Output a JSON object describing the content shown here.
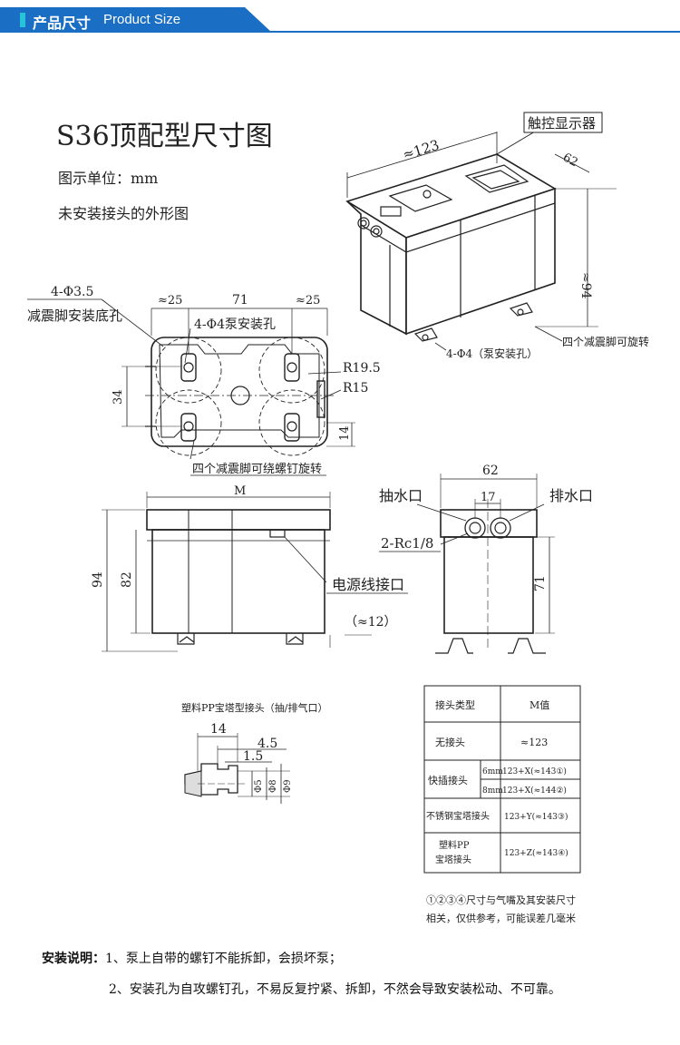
{
  "header": {
    "title_cn": "产品尺寸",
    "title_en": "Product Size",
    "accent": "#1a6fc4"
  },
  "main": {
    "title": "S36顶配型尺寸图",
    "unit": "图示单位：mm",
    "subtitle": "未安装接头的外形图"
  },
  "iso_view": {
    "touch_display": "触控显示器",
    "dim_length": "≈123",
    "dim_width": "62",
    "dim_height": "≈94",
    "pump_holes": "4-Φ4（泵安装孔）",
    "feet_rotate": "四个减震脚可旋转"
  },
  "top_view": {
    "base_holes": "4-Φ3.5",
    "base_holes_label": "减震脚安装底孔",
    "dim_left": "≈25",
    "dim_mid": "71",
    "dim_right": "≈25",
    "pump_holes": "4-Φ4泵安装孔",
    "r1": "R19.5",
    "r2": "R15",
    "dim_34": "34",
    "dim_14": "14",
    "feet_note": "四个减震脚可绕螺钉旋转"
  },
  "front_view": {
    "dim_m": "M",
    "dim_94": "94",
    "dim_82": "82",
    "power_port": "电源线接口",
    "dim_12": "（≈12）"
  },
  "side_view": {
    "dim_62": "62",
    "inlet": "抽水口",
    "dim_17": "17",
    "outlet": "排水口",
    "thread": "2-Rc1/8",
    "dim_71": "71"
  },
  "connector": {
    "title": "塑料PP宝塔型接头（抽/排气口）",
    "d14": "14",
    "d45": "4.5",
    "d15": "1.5",
    "phi5": "Φ5",
    "phi8": "Φ8",
    "phi9": "Φ9"
  },
  "table": {
    "headers": [
      "接头类型",
      "M值"
    ],
    "row1": [
      "无接头",
      "≈123"
    ],
    "row2_label": "快插接头",
    "row2a": [
      "6mm",
      "123+X(≈143①)"
    ],
    "row2b": [
      "8mm",
      "123+X(≈144②)"
    ],
    "row3": [
      "不锈钢宝塔接头",
      "123+Y(≈143③)"
    ],
    "row4_label_1": "塑料PP",
    "row4_label_2": "宝塔接头",
    "row4_value": "123+Z(≈143④)",
    "note_1": "①②③④尺寸与气嘴及其安装尺寸",
    "note_2": "相关，仅供参考，可能误差几毫米"
  },
  "install": {
    "label": "安装说明：",
    "item1": "1、泵上自带的螺钉不能拆卸，会损坏泵；",
    "item2": "2、安装孔为自攻螺钉孔，不易反复拧紧、拆卸，不然会导致安装松动、不可靠。"
  }
}
